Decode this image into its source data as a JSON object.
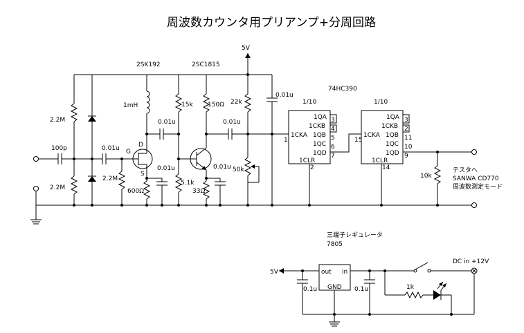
{
  "title": "周波数カウンタ用プリアンプ+分周回路",
  "supply": {
    "vcc": "5V"
  },
  "transistors": {
    "fet": "2SK192",
    "bjt": "2SC1815",
    "fet_g": "G",
    "fet_d": "D",
    "fet_s": "S"
  },
  "components": {
    "c_in": "100p",
    "r_in1": "2.2M",
    "r_in2": "2.2M",
    "c_cpl1": "0.01u",
    "r_gate": "2.2M",
    "l_drain": "1mH",
    "r_src": "600Ω",
    "c_src": "0.01u",
    "c_cpl2": "0.01u",
    "r_b1": "15k",
    "r_b2": "5.1k",
    "r_c": "150Ω",
    "r_e": "33Ω",
    "c_e": "0.01u",
    "c_cpl3": "0.01u",
    "r_bias": "22k",
    "vr": "50k",
    "c_dec": "0.01u",
    "r_out": "10k"
  },
  "ic": {
    "part": "74HC390",
    "div1": "1/10",
    "div2": "1/10",
    "pins1": {
      "qa": "1QA",
      "ckb": "1CKB",
      "qb": "1QB",
      "qc": "1QC",
      "qd": "1QD",
      "cka": "1CKA",
      "clr": "1CLR",
      "n_qa": "3",
      "n_ckb": "4",
      "n_qb": "5",
      "n_qc": "6",
      "n_qd": "7",
      "n_cka": "1",
      "n_clr": "2"
    },
    "pins2": {
      "qa": "1QA",
      "ckb": "1CKB",
      "qb": "1QB",
      "qc": "1QC",
      "qd": "1QD",
      "cka": "1CKA",
      "clr": "1CLR",
      "n_qa": "3",
      "n_ckb": "2",
      "n_qb": "11",
      "n_qc": "10",
      "n_qd": "9",
      "n_cka": "15",
      "n_clr": "14"
    }
  },
  "output_note": [
    "テスタへ",
    "SANWA CD770",
    "周波数測定モード"
  ],
  "regulator": {
    "title": "三端子レギュレータ",
    "part": "7805",
    "out": "out",
    "in": "in",
    "gnd": "GND",
    "vout": "5V",
    "c_out": "0.1u",
    "c_in": "0.1u",
    "r_led": "1k",
    "dc_in": "DC in +12V"
  }
}
